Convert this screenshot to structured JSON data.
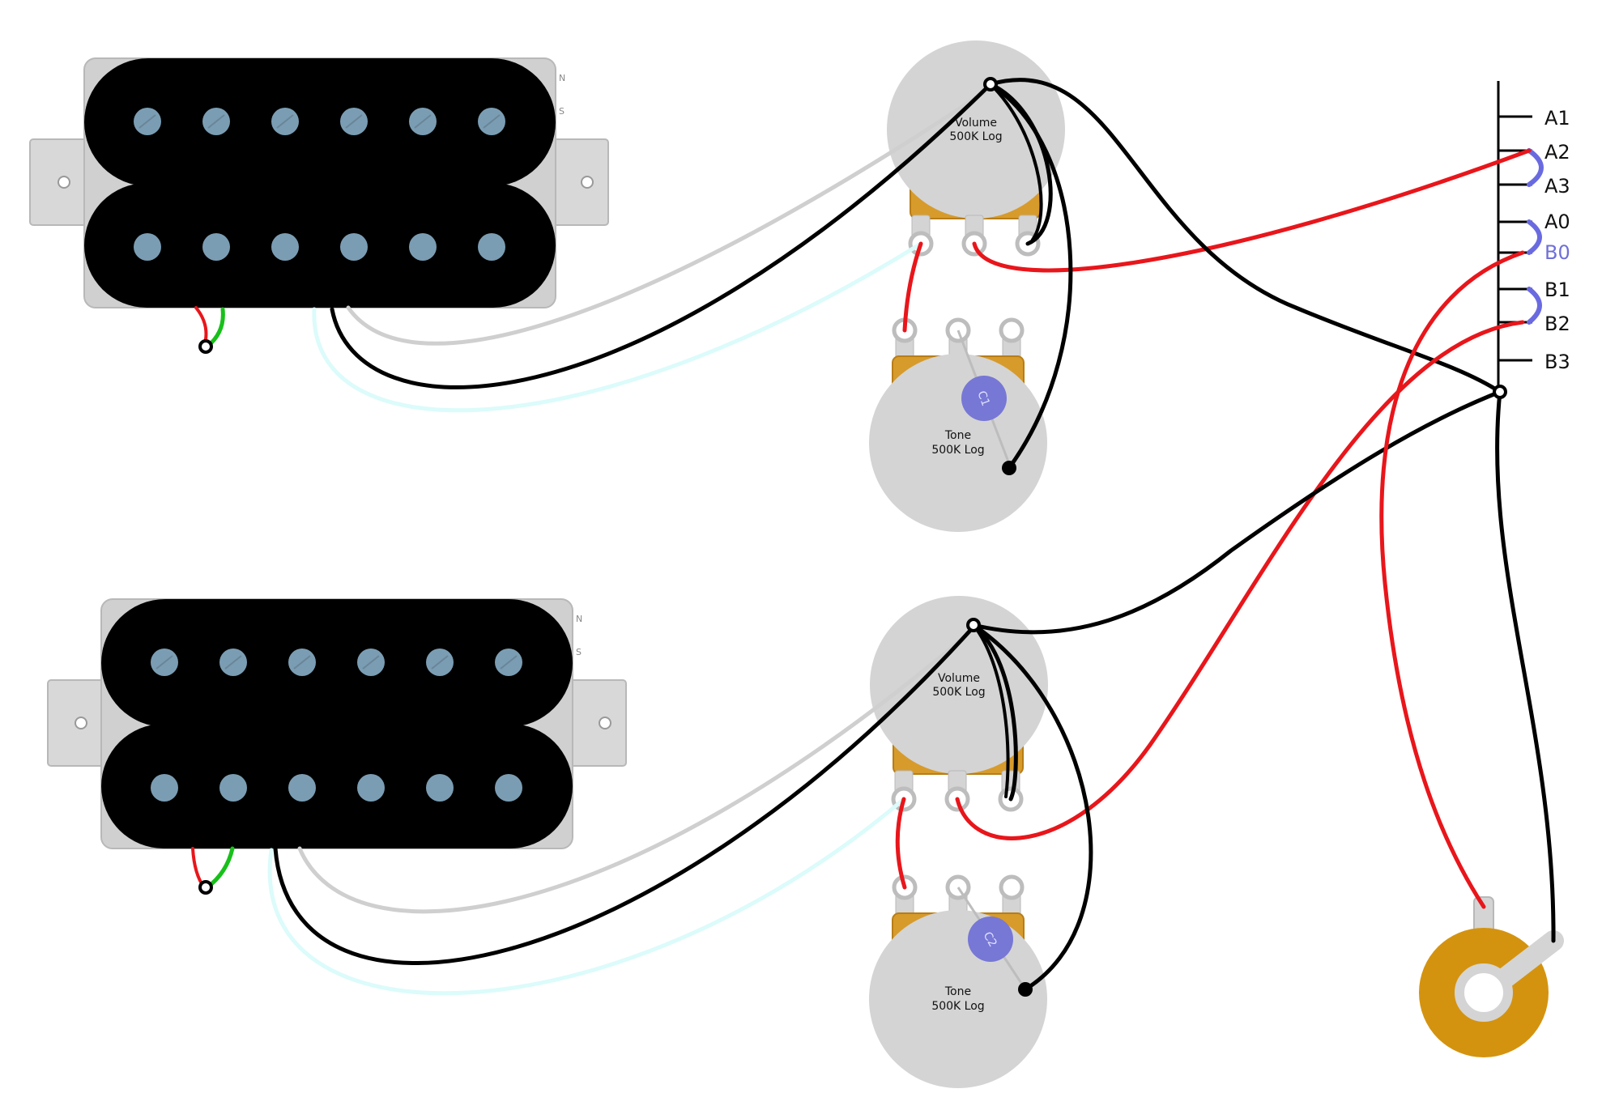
{
  "pickups": {
    "neck": {
      "north": "N",
      "south": "S"
    },
    "bridge": {
      "north": "N",
      "south": "S"
    }
  },
  "pots": {
    "volume1": {
      "line1": "Volume",
      "line2": "500K Log"
    },
    "tone1": {
      "line1": "Tone",
      "line2": "500K Log"
    },
    "volume2": {
      "line1": "Volume",
      "line2": "500K Log"
    },
    "tone2": {
      "line1": "Tone",
      "line2": "500K Log"
    }
  },
  "caps": {
    "c1": "C1",
    "c2": "C2"
  },
  "switch": {
    "lugs": [
      "A1",
      "A2",
      "A3",
      "A0",
      "B0",
      "B1",
      "B2",
      "B3"
    ],
    "highlight_color": "#6f6fd8"
  },
  "colors": {
    "wire_red": "#e8161b",
    "wire_black": "#000000",
    "wire_white": "#cfcfcf",
    "wire_cyan": "#dcfbfb",
    "wire_green": "#18c01a",
    "jumper_blue": "#6a6ae0",
    "pot_body": "#d4d4d4",
    "pot_brass": "#d79b2c",
    "jack_brass": "#d4930f",
    "pole_piece": "#7a9db3"
  }
}
